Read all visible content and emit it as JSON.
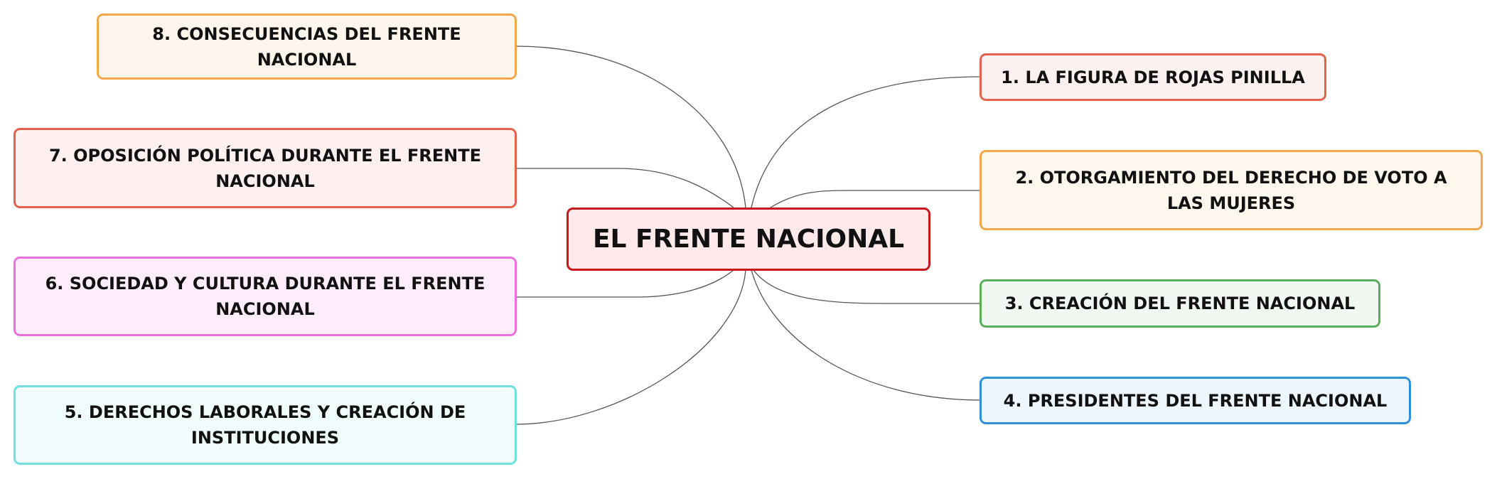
{
  "root": {
    "label": "EL FRENTE NACIONAL",
    "border": "#c8161d",
    "fill": "#fde9ea"
  },
  "branches": [
    {
      "label": "1. LA FIGURA DE ROJAS PINILLA",
      "border": "#e3614d",
      "fill": "#fdf1ef"
    },
    {
      "label": "2. OTORGAMIENTO DEL DERECHO DE VOTO A LAS MUJERES",
      "border": "#f2a74b",
      "fill": "#fef7ee"
    },
    {
      "label": "3. CREACIÓN DEL FRENTE NACIONAL",
      "border": "#5bae5d",
      "fill": "#f1f8f1"
    },
    {
      "label": "4. PRESIDENTES DEL FRENTE NACIONAL",
      "border": "#2f8fd8",
      "fill": "#eef6fd"
    },
    {
      "label": "5. DERECHOS LABORALES Y CREACIÓN DE INSTITUCIONES",
      "border": "#72e0e0",
      "fill": "#effcfb"
    },
    {
      "label": "6. SOCIEDAD Y CULTURA DURANTE EL FRENTE NACIONAL",
      "border": "#ec6fe0",
      "fill": "#fdedfa"
    },
    {
      "label": "7. OPOSICIÓN POLÍTICA DURANTE EL FRENTE NACIONAL",
      "border": "#e3614d",
      "fill": "#fdf0ee"
    },
    {
      "label": "8. CONSECUENCIAS DEL FRENTE NACIONAL",
      "border": "#f2a74b",
      "fill": "#fef6ec"
    }
  ],
  "connector_color": "#555555"
}
